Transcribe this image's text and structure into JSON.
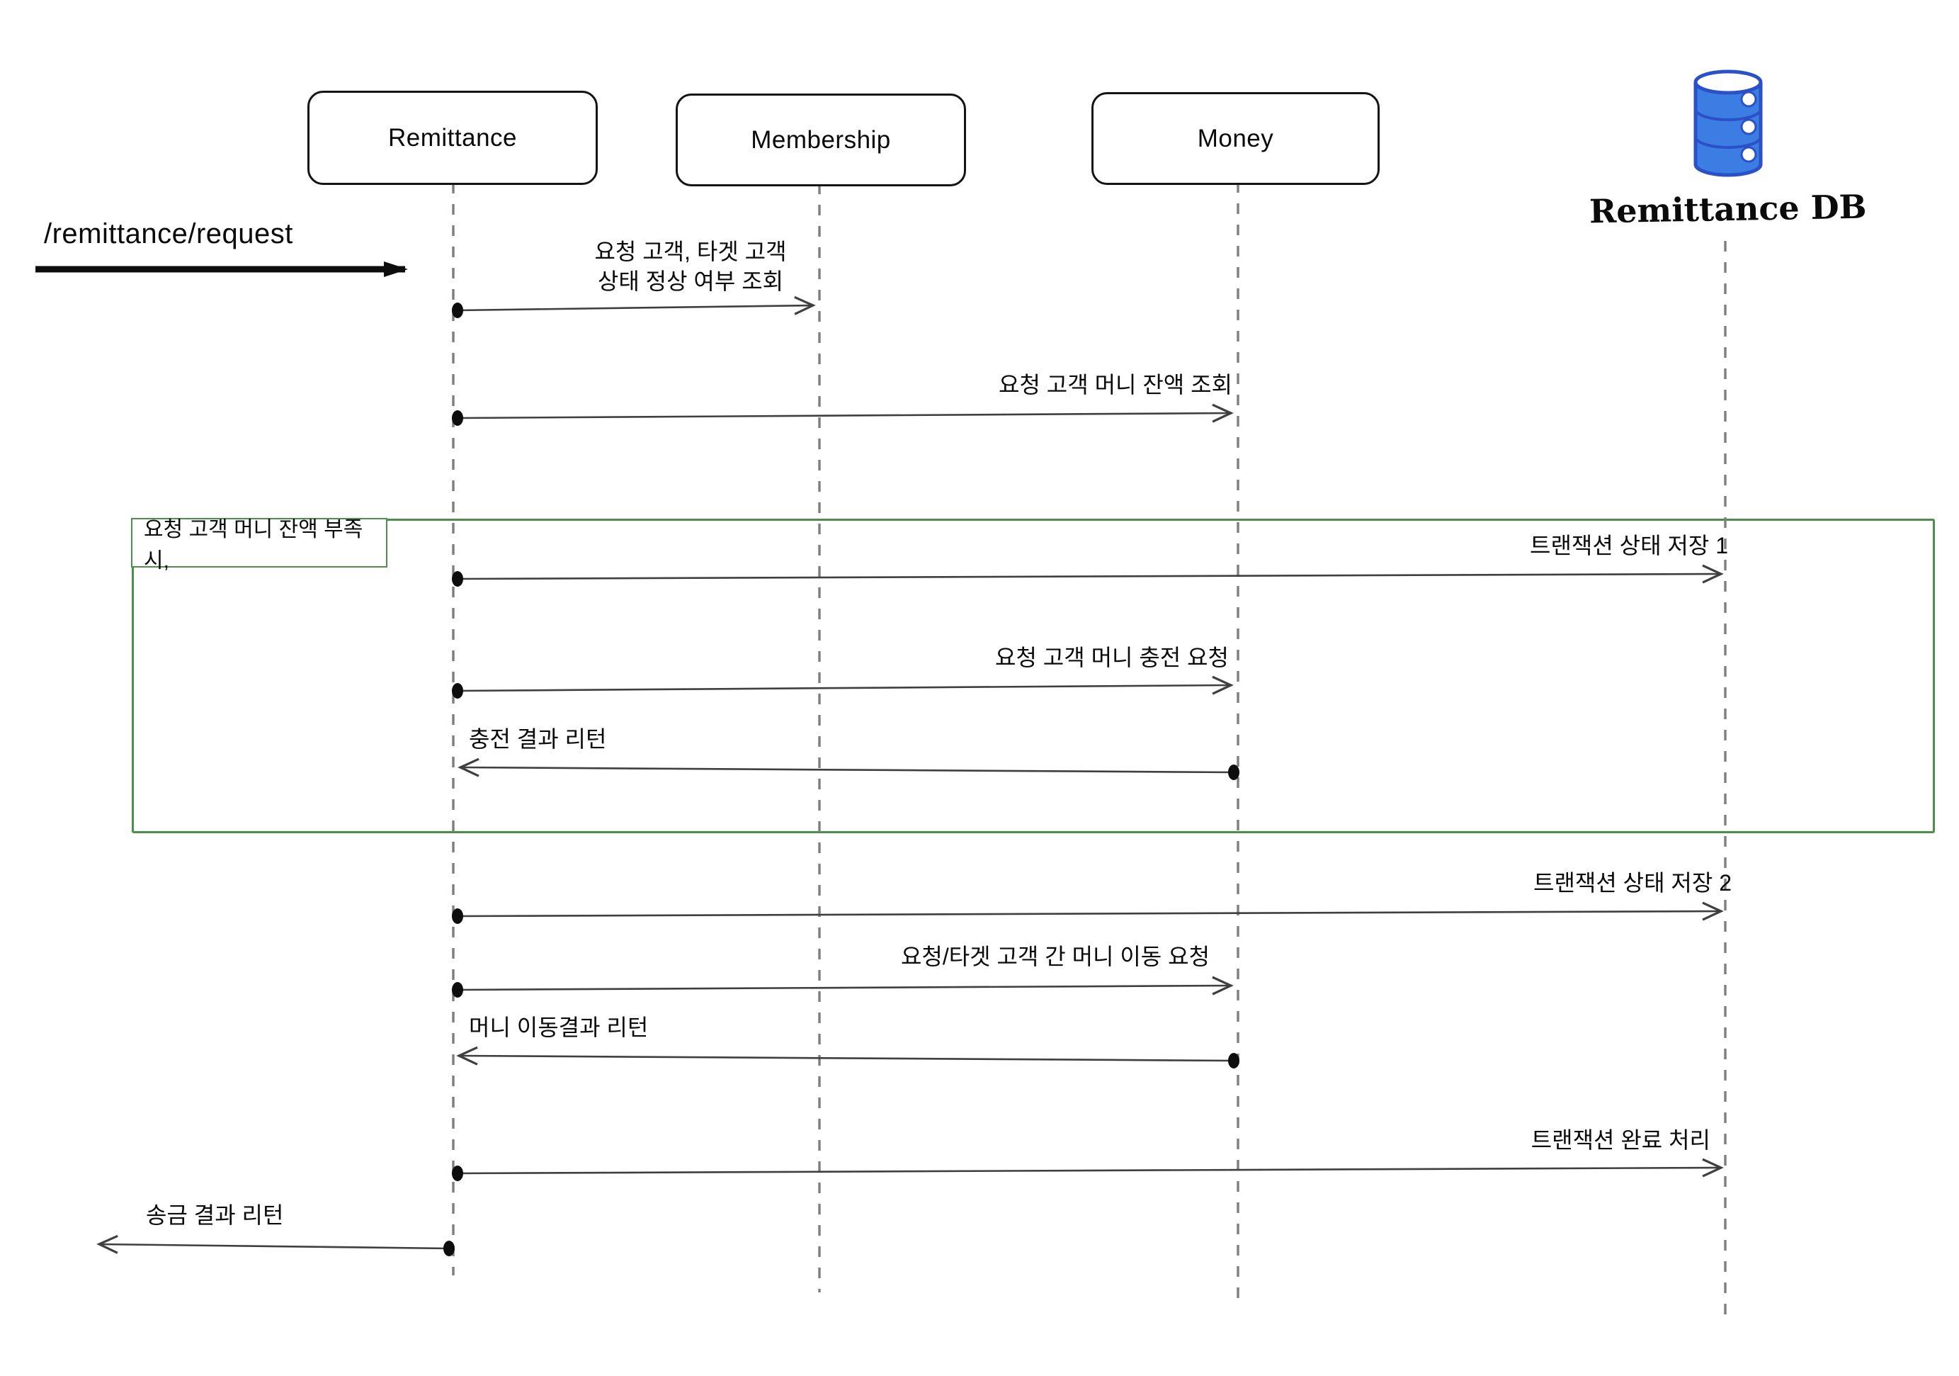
{
  "diagram_type": "sequence-diagram",
  "actors": [
    {
      "label": "Remittance"
    },
    {
      "label": "Membership"
    },
    {
      "label": "Money"
    }
  ],
  "database": {
    "label": "Remittance DB",
    "icon": "database-cylinder-icon",
    "fill_color": "#3b7de2",
    "stroke_color": "#2b50c8"
  },
  "entry_arrow": {
    "label": "/remittance/request"
  },
  "condition_frame": {
    "label": "요청 고객 머니 잔액 부족시,",
    "border_color": "#4a8f4a"
  },
  "messages": [
    {
      "label": "요청 고객, 타겟 고객\n상태 정상 여부 조회",
      "from": "Remittance",
      "to": "Membership"
    },
    {
      "label": "요청 고객 머니 잔액 조회",
      "from": "Remittance",
      "to": "Money"
    },
    {
      "label": "트랜잭션 상태 저장 1",
      "from": "Remittance",
      "to": "Remittance DB",
      "in_condition_frame": true
    },
    {
      "label": "요청 고객 머니 충전 요청",
      "from": "Remittance",
      "to": "Money",
      "in_condition_frame": true
    },
    {
      "label": "충전 결과 리턴",
      "from": "Money",
      "to": "Remittance",
      "in_condition_frame": true
    },
    {
      "label": "트랜잭션 상태 저장 2",
      "from": "Remittance",
      "to": "Remittance DB"
    },
    {
      "label": "요청/타겟 고객 간 머니 이동 요청",
      "from": "Remittance",
      "to": "Money"
    },
    {
      "label": "머니 이동결과 리턴",
      "from": "Money",
      "to": "Remittance"
    },
    {
      "label": "트랜잭션 완료 처리",
      "from": "Remittance",
      "to": "Remittance DB"
    },
    {
      "label": "송금 결과 리턴",
      "from": "Remittance",
      "to": "caller"
    }
  ],
  "colors": {
    "message_line": "#3f3f3f",
    "lifeline": "#7e7e7e",
    "text": "#0b0b0b",
    "frame_green": "#4a8f4a",
    "background": "#ffffff"
  }
}
